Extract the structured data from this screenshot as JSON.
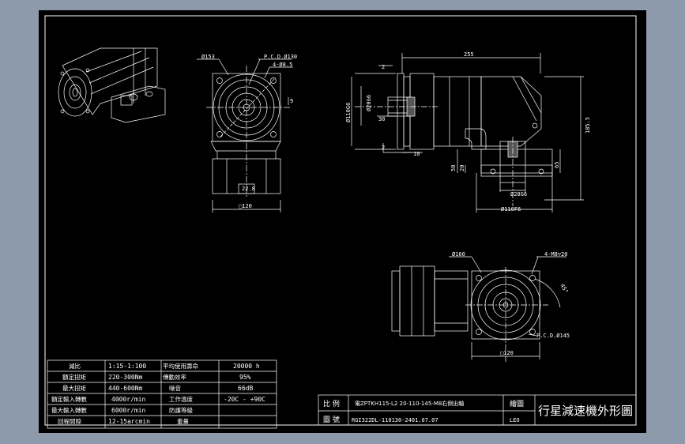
{
  "views": {
    "front": {
      "dia_outer": "Ø153",
      "pcd": "P.C.D.Ø130",
      "holes": "4-Ø8.5",
      "keyway": "9",
      "shaft_height": "22.8",
      "square": "□120"
    },
    "side": {
      "length_top": "255",
      "flange_thk": "2",
      "bore": "Ø20G6",
      "spigot": "Ø110G6",
      "depth": "30",
      "offset": "2",
      "small": "10",
      "height": "185.5",
      "dim_58": "58",
      "dim_20": "20",
      "dim_65": "65",
      "bore_bottom": "Ø28G6",
      "spigot_bottom": "Ø110F6"
    },
    "bottom": {
      "dia": "Ø160",
      "holes": "4-M8▽20",
      "angle": "45°",
      "pcd": "P.C.D.Ø145",
      "square": "□120"
    }
  },
  "spec_table": {
    "rows": [
      {
        "l1": "減比",
        "v1": "1:15-1:100",
        "l2": "平均使用壽命",
        "v2": "20000 h"
      },
      {
        "l1": "額定扭矩",
        "v1": "220-300Nm",
        "l2": "傳動效率",
        "v2": "95%"
      },
      {
        "l1": "最大扭矩",
        "v1": "440-600Nm",
        "l2": "噪音",
        "v2": "66dB"
      },
      {
        "l1": "額定輸入轉數",
        "v1": "4000r/min",
        "l2": "工作溫度",
        "v2": "-20C - +90C"
      },
      {
        "l1": "最大輸入轉數",
        "v1": "6000r/min",
        "l2": "防護等級",
        "v2": ""
      },
      {
        "l1": "回程間隙",
        "v1": "12-15arcmin",
        "l2": "重量",
        "v2": ""
      }
    ]
  },
  "title_block": {
    "label_pic": "比 例",
    "model_desc": "電ZPTKH115-L2 20-110-145-M8右側出軸",
    "label_draw": "繪圖",
    "label_num": "圖 號",
    "drawing_no": "RGI322DL-110130-2401.07.07",
    "drafter": "LEO",
    "title": "行星減速機外形圖"
  }
}
